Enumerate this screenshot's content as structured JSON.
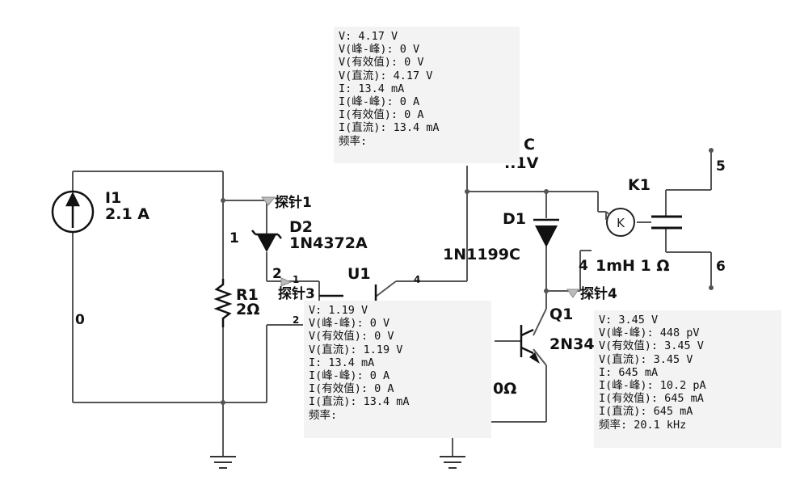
{
  "components": {
    "current_source": {
      "name": "I1",
      "value": "2.1 A"
    },
    "zener": {
      "name": "D2",
      "part": "1N4372A"
    },
    "resistor": {
      "name": "R1",
      "value": "2Ω"
    },
    "u1": {
      "name": "U1"
    },
    "diode": {
      "name": "D1",
      "part": "1N1199C"
    },
    "relay": {
      "name": "K1",
      "value": "1mH 1 Ω"
    },
    "transistor": {
      "name": "Q1",
      "part": "2N34"
    },
    "node_c": {
      "label": "C",
      "sublabel": "..1V"
    },
    "partial_res": {
      "text": "0Ω"
    }
  },
  "nets": {
    "n0": "0",
    "n1": "1",
    "n2": "2",
    "n4": "4",
    "n5": "5",
    "n6": "6",
    "u1_pin1": "1",
    "u1_pin2": "2",
    "u1_pin4": "4"
  },
  "probes": {
    "probe1": {
      "label": "探针1"
    },
    "probe3": {
      "label": "探针3"
    },
    "probe4": {
      "label": "探针4"
    }
  },
  "probe_boxes": {
    "top": {
      "lines": [
        "V: 4.17 V",
        "V(峰-峰): 0 V",
        "V(有效值): 0 V",
        "V(直流): 4.17 V",
        "I: 13.4 mA",
        "I(峰-峰): 0 A",
        "I(有效值): 0 A",
        "I(直流): 13.4 mA",
        "频率:"
      ]
    },
    "middle": {
      "lines": [
        "V: 1.19 V",
        "V(峰-峰): 0 V",
        "V(有效值): 0 V",
        "V(直流): 1.19 V",
        "I: 13.4 mA",
        "I(峰-峰): 0 A",
        "I(有效值): 0 A",
        "I(直流): 13.4 mA",
        "频率:"
      ]
    },
    "right": {
      "lines": [
        "V: 3.45 V",
        "V(峰-峰): 448 pV",
        "V(有效值): 3.45 V",
        "V(直流): 3.45 V",
        "I: 645 mA",
        "I(峰-峰): 10.2 pA",
        "I(有效值): 645 mA",
        "I(直流): 645 mA",
        "频率: 20.1 kHz"
      ]
    }
  }
}
